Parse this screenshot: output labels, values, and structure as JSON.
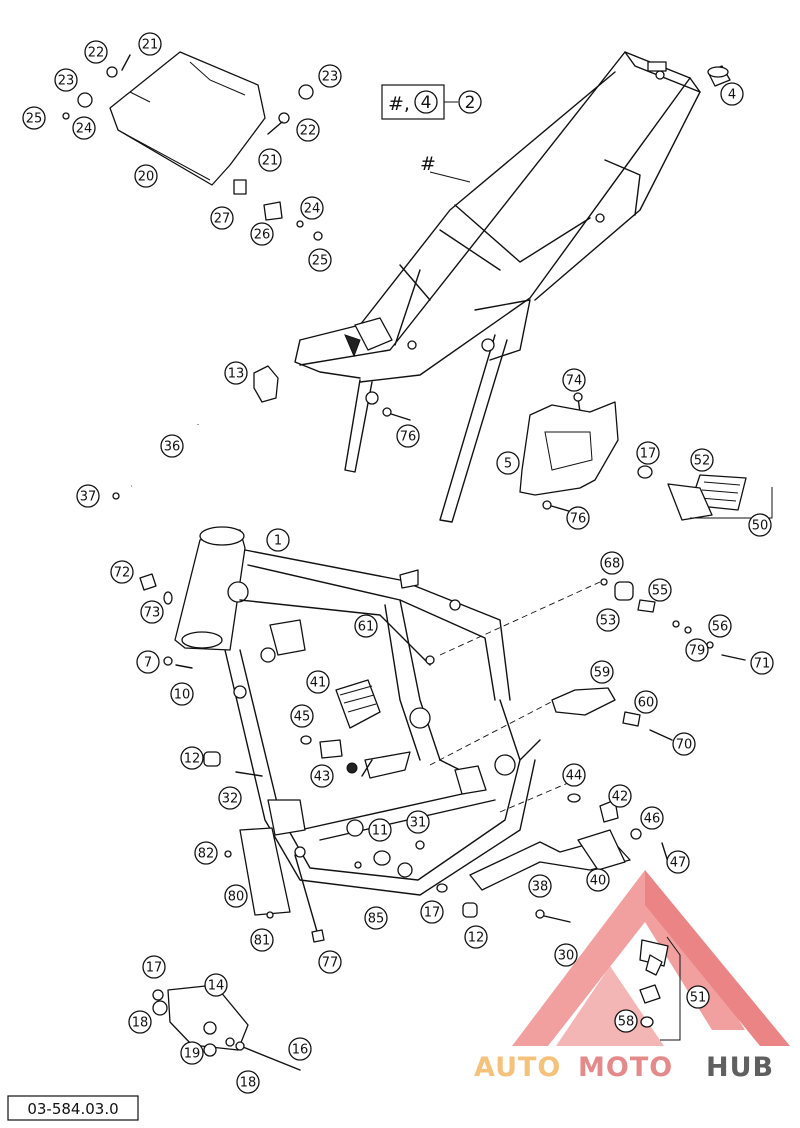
{
  "diagram": {
    "part_code": "03-584.03.0",
    "reference_box": {
      "symbol": "#,",
      "number": "4",
      "target": "2"
    },
    "hash_label": "#",
    "callouts": [
      {
        "id": "c21a",
        "label": "21"
      },
      {
        "id": "c22a",
        "label": "22"
      },
      {
        "id": "c23a",
        "label": "23"
      },
      {
        "id": "c25a",
        "label": "25"
      },
      {
        "id": "c24a",
        "label": "24"
      },
      {
        "id": "c20",
        "label": "20"
      },
      {
        "id": "c27",
        "label": "27"
      },
      {
        "id": "c26",
        "label": "26"
      },
      {
        "id": "c24b",
        "label": "24"
      },
      {
        "id": "c25b",
        "label": "25"
      },
      {
        "id": "c23b",
        "label": "23"
      },
      {
        "id": "c22b",
        "label": "22"
      },
      {
        "id": "c21b",
        "label": "21"
      },
      {
        "id": "c4",
        "label": "4"
      },
      {
        "id": "c13",
        "label": "13"
      },
      {
        "id": "c36",
        "label": "36"
      },
      {
        "id": "c37",
        "label": "37"
      },
      {
        "id": "c76a",
        "label": "76"
      },
      {
        "id": "c74",
        "label": "74"
      },
      {
        "id": "c5",
        "label": "5"
      },
      {
        "id": "c76b",
        "label": "76"
      },
      {
        "id": "c17a",
        "label": "17"
      },
      {
        "id": "c52",
        "label": "52"
      },
      {
        "id": "c50",
        "label": "50"
      },
      {
        "id": "c1",
        "label": "1"
      },
      {
        "id": "c72",
        "label": "72"
      },
      {
        "id": "c73",
        "label": "73"
      },
      {
        "id": "c68",
        "label": "68"
      },
      {
        "id": "c55",
        "label": "55"
      },
      {
        "id": "c53",
        "label": "53"
      },
      {
        "id": "c56",
        "label": "56"
      },
      {
        "id": "c79",
        "label": "79"
      },
      {
        "id": "c71",
        "label": "71"
      },
      {
        "id": "c61",
        "label": "61"
      },
      {
        "id": "c7",
        "label": "7"
      },
      {
        "id": "c10",
        "label": "10"
      },
      {
        "id": "c41",
        "label": "41"
      },
      {
        "id": "c59",
        "label": "59"
      },
      {
        "id": "c60",
        "label": "60"
      },
      {
        "id": "c70",
        "label": "70"
      },
      {
        "id": "c45",
        "label": "45"
      },
      {
        "id": "c43",
        "label": "43"
      },
      {
        "id": "c12a",
        "label": "12"
      },
      {
        "id": "c32",
        "label": "32"
      },
      {
        "id": "c44",
        "label": "44"
      },
      {
        "id": "c42",
        "label": "42"
      },
      {
        "id": "c46",
        "label": "46"
      },
      {
        "id": "c47",
        "label": "47"
      },
      {
        "id": "c11",
        "label": "11"
      },
      {
        "id": "c31",
        "label": "31"
      },
      {
        "id": "c82",
        "label": "82"
      },
      {
        "id": "c40",
        "label": "40"
      },
      {
        "id": "c38",
        "label": "38"
      },
      {
        "id": "c80",
        "label": "80"
      },
      {
        "id": "c85",
        "label": "85"
      },
      {
        "id": "c17b",
        "label": "17"
      },
      {
        "id": "c12b",
        "label": "12"
      },
      {
        "id": "c81",
        "label": "81"
      },
      {
        "id": "c77",
        "label": "77"
      },
      {
        "id": "c30",
        "label": "30"
      },
      {
        "id": "c17c",
        "label": "17"
      },
      {
        "id": "c14",
        "label": "14"
      },
      {
        "id": "c18a",
        "label": "18"
      },
      {
        "id": "c19",
        "label": "19"
      },
      {
        "id": "c16",
        "label": "16"
      },
      {
        "id": "c18b",
        "label": "18"
      },
      {
        "id": "c51",
        "label": "51"
      },
      {
        "id": "c58",
        "label": "58"
      }
    ]
  },
  "watermark": {
    "part_a": "AUTO",
    "part_b": "MOTO",
    "part_c": "HUB",
    "accent": "#e85b5b"
  }
}
